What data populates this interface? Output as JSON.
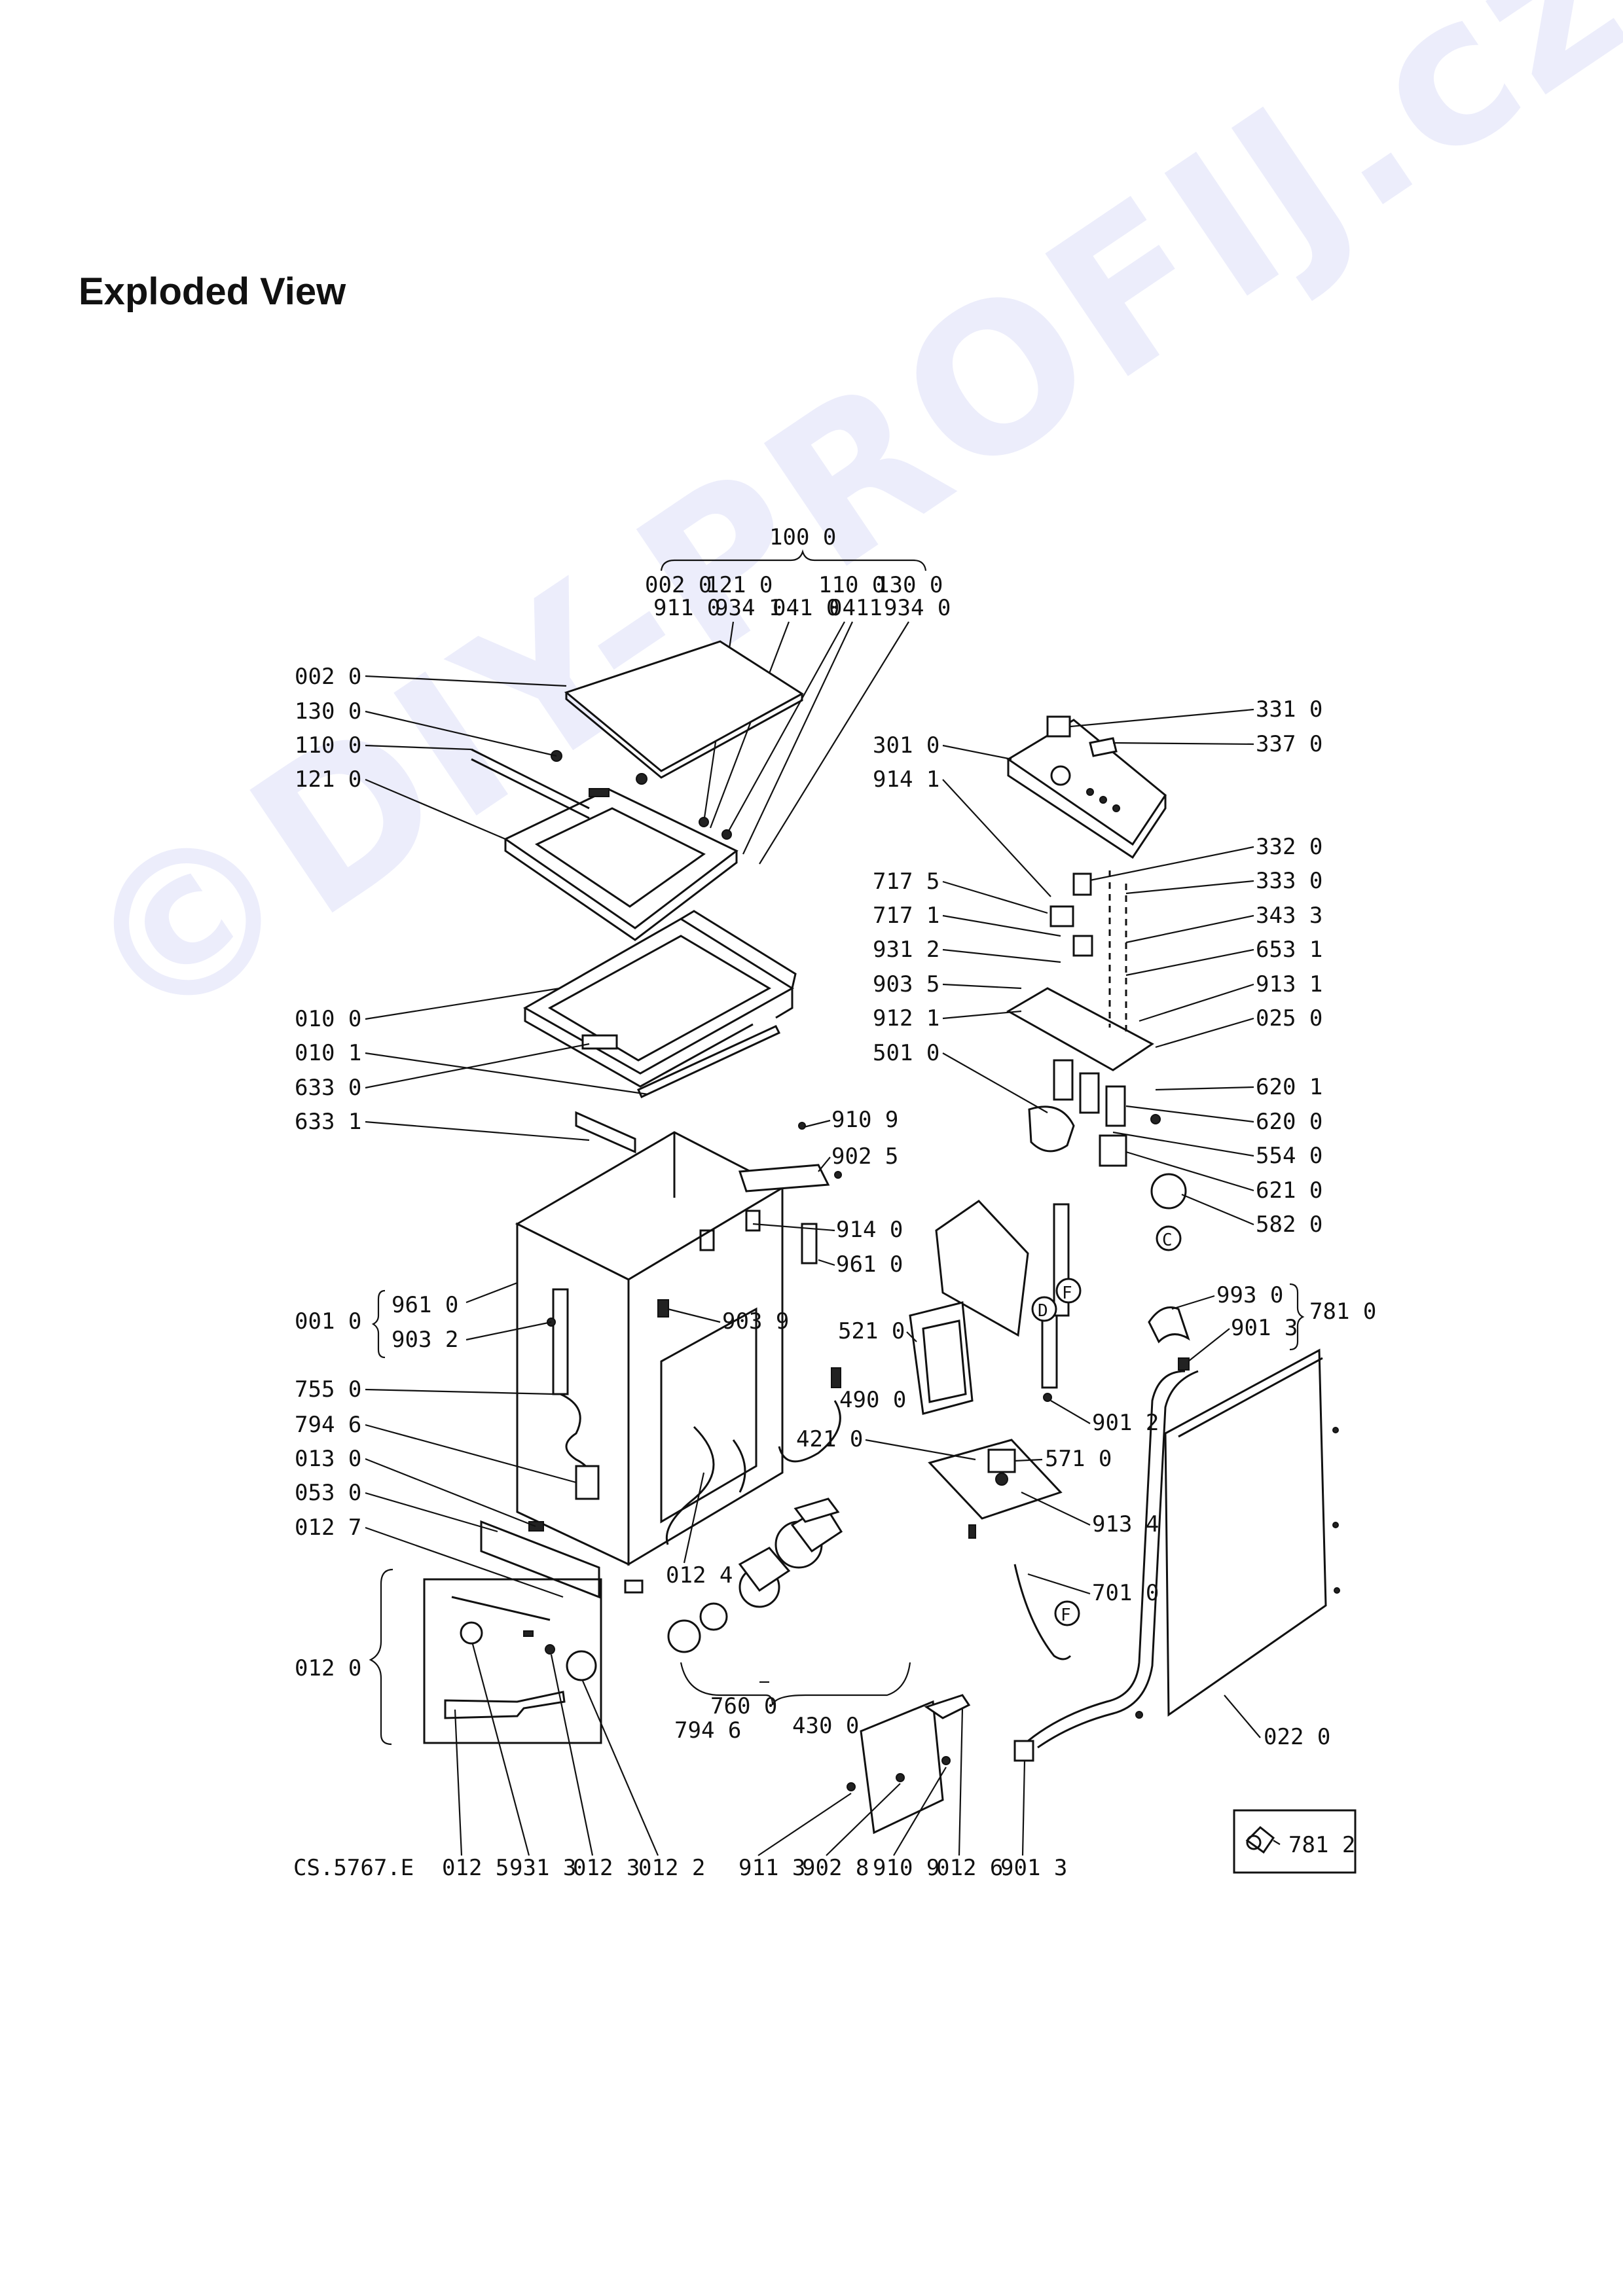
{
  "title": "Exploded View",
  "watermark": "©DIY-PROFIJ.cz",
  "drawing_ref": "CS.5767.E",
  "group_header": {
    "main": "100 0",
    "row1": [
      "002 0",
      "121 0",
      "110 0",
      "130 0"
    ],
    "row2": [
      "911 0",
      "934 1",
      "041 0",
      "0411",
      "934 0"
    ]
  },
  "labels": {
    "l0020": "002 0",
    "l1300": "130 0",
    "l1100": "110 0",
    "l1210": "121 0",
    "l0100": "010 0",
    "l0101": "010 1",
    "l6330": "633 0",
    "l6331": "633 1",
    "l0010": "001 0",
    "l9610a": "961 0",
    "l9032": "903 2",
    "l7550": "755 0",
    "l7946a": "794 6",
    "l0130": "013 0",
    "l0530": "053 0",
    "l0127": "012 7",
    "l0120": "012 0",
    "l0125": "012 5",
    "l9313": "931 3",
    "l0123": "012 3",
    "l0122": "012 2",
    "l0124": "012 4",
    "l7600": "760 0",
    "l7946b": "794 6",
    "l4300": "430 0",
    "l9113": "911 3",
    "l9028": "902 8",
    "l9109b": "910 9",
    "l0126": "012 6",
    "l9013b": "901 3",
    "l9109a": "910 9",
    "l9025": "902 5",
    "l9140": "914 0",
    "l9610b": "961 0",
    "l9039": "903 9",
    "l5210": "521 0",
    "l4900": "490 0",
    "l9012": "901 2",
    "l4210": "421 0",
    "l5710": "571 0",
    "l9134": "913 4",
    "l7010": "701 0",
    "l0220": "022 0",
    "l7812": "781 2",
    "l9930": "993 0",
    "l9013a": "901 3",
    "l7810": "781 0",
    "l3010": "301 0",
    "l9141": "914 1",
    "l7175": "717 5",
    "l7171": "717 1",
    "l9312": "931 2",
    "l9035": "903 5",
    "l9121": "912 1",
    "l5010": "501 0",
    "l3310": "331 0",
    "l3370": "337 0",
    "l3320": "332 0",
    "l3330": "333 0",
    "l3433": "343 3",
    "l6531": "653 1",
    "l9131": "913 1",
    "l0250": "025 0",
    "l6201": "620 1",
    "l6200": "620 0",
    "l5540": "554 0",
    "l6210": "621 0",
    "l5820": "582 0"
  },
  "markers": {
    "F": "F",
    "D": "D",
    "C": "C"
  }
}
